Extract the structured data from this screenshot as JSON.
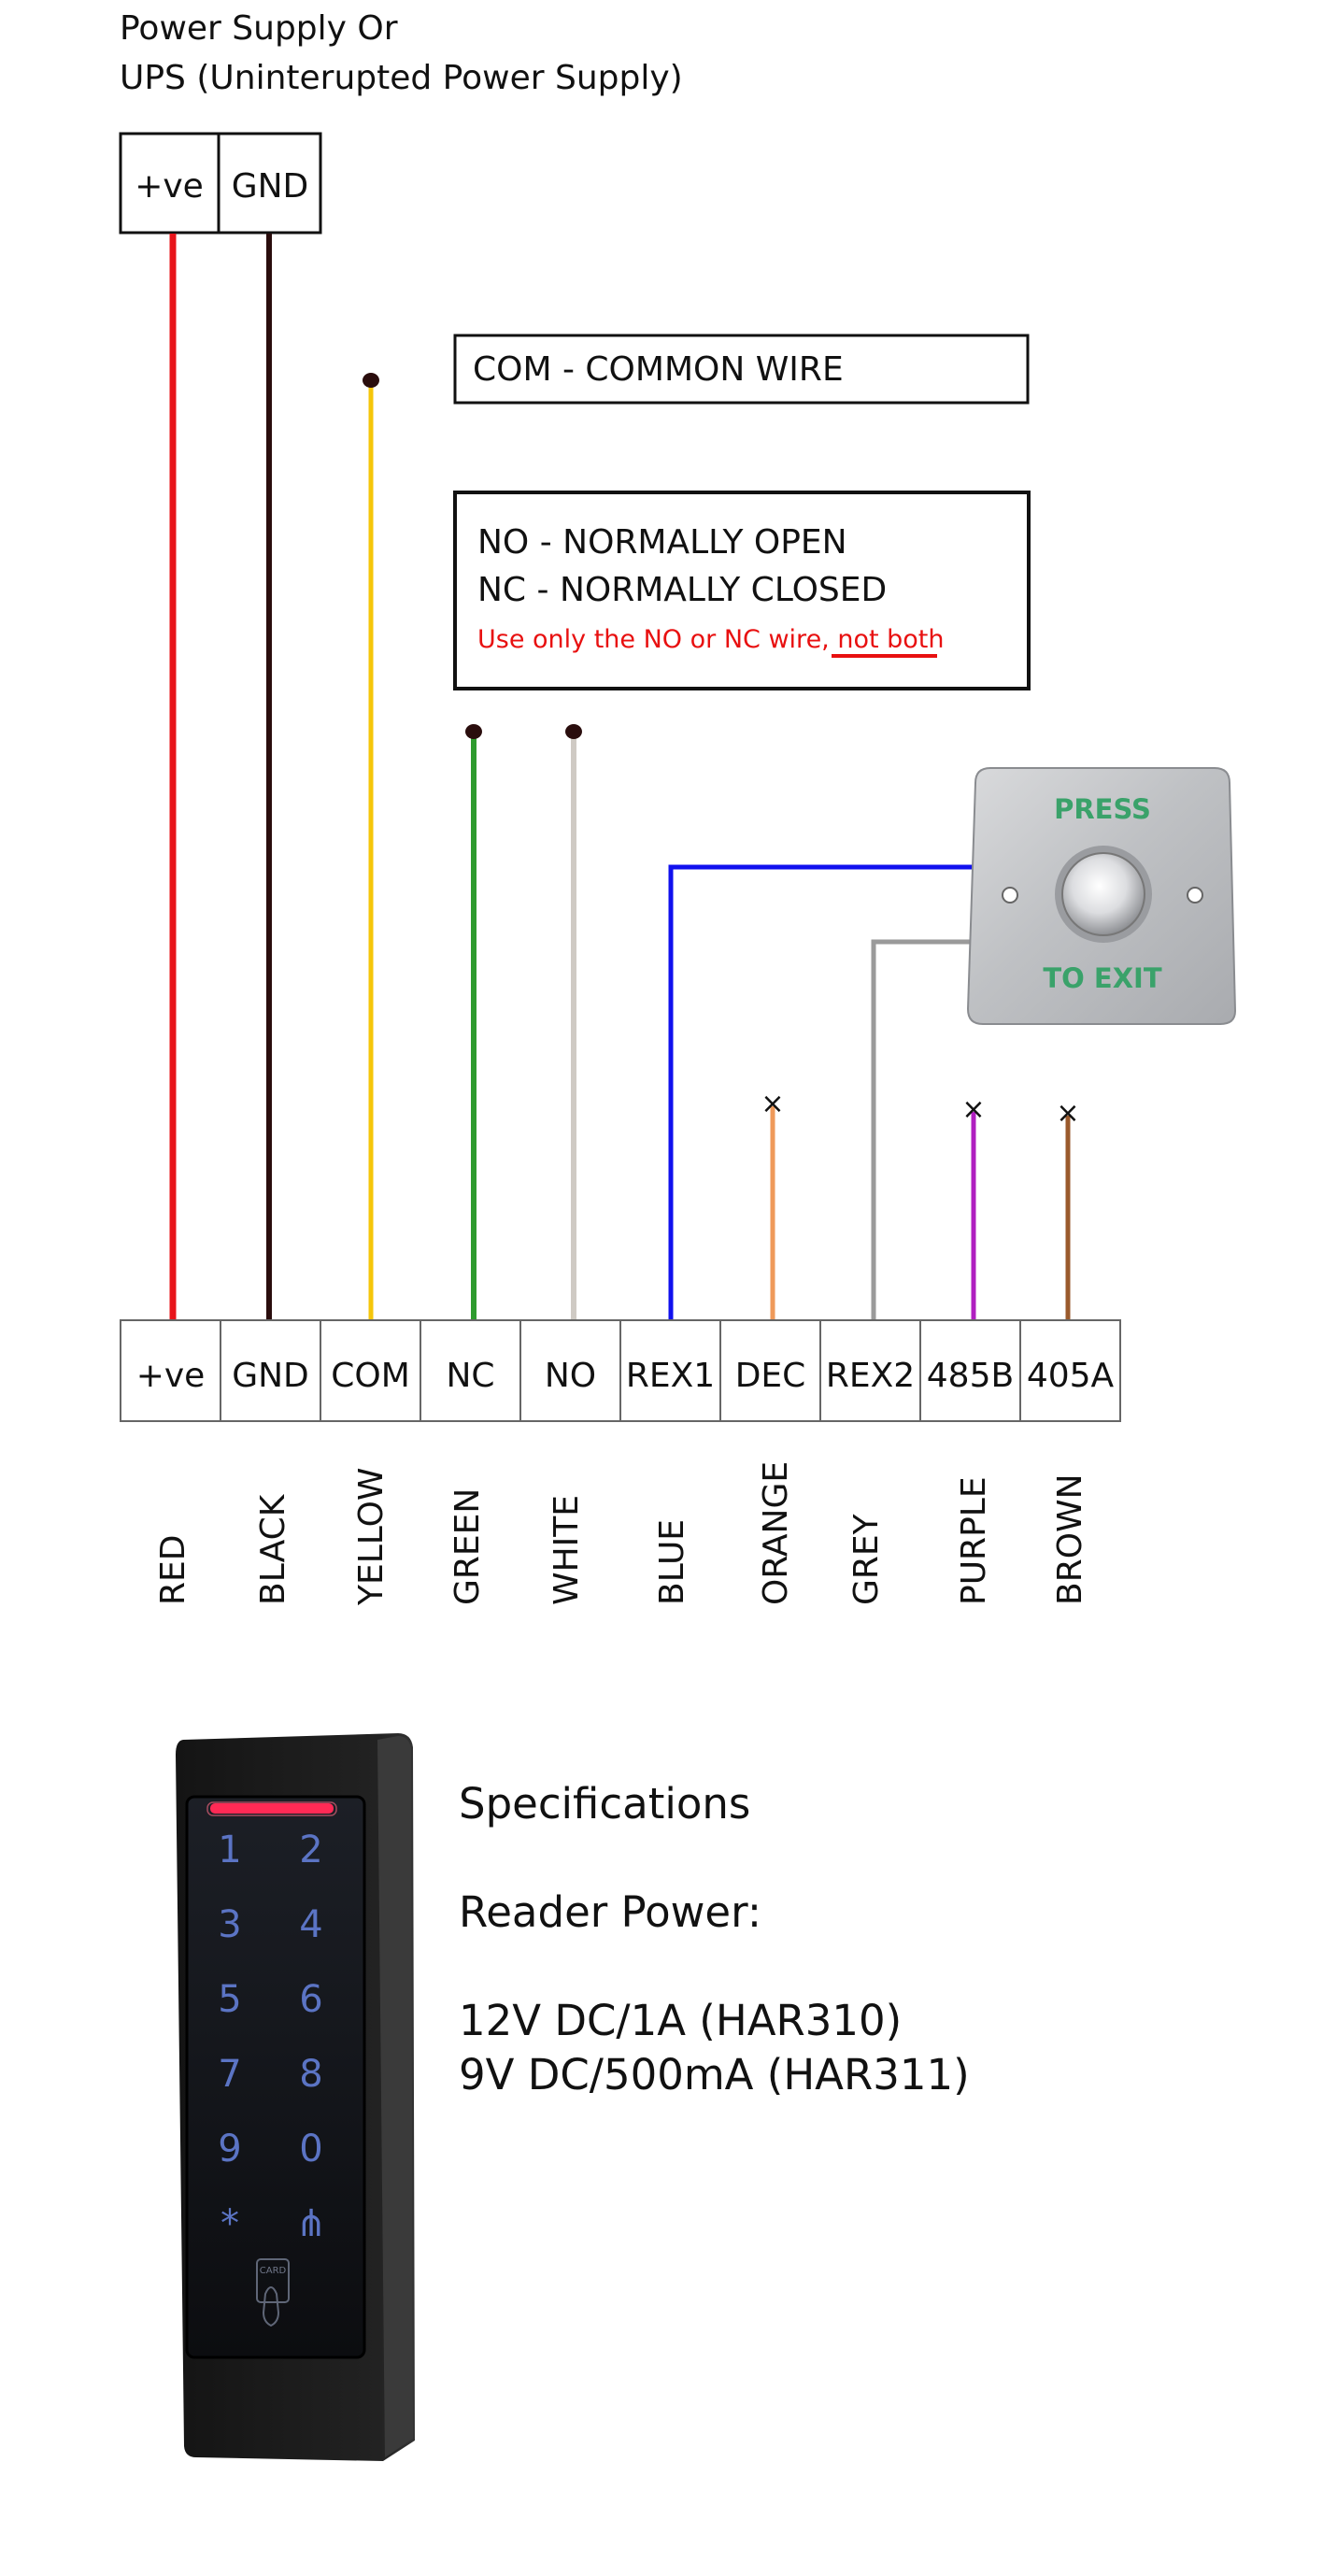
{
  "power_supply": {
    "title_line1": "Power Supply Or",
    "title_line2": "UPS (Uninterupted Power Supply)",
    "terminals": [
      "+ve",
      "GND"
    ]
  },
  "com_box": {
    "text": "COM - COMMON WIRE"
  },
  "no_nc_box": {
    "line1": "NO - NORMALLY OPEN",
    "line2": "NC - NORMALLY CLOSED",
    "note_prefix": "Use only the NO or NC wire, ",
    "note_emphasis": "not both"
  },
  "exit_button": {
    "top_label": "PRESS",
    "bottom_label": "TO EXIT"
  },
  "terminals": [
    "+ve",
    "GND",
    "COM",
    "NC",
    "NO",
    "REX1",
    "DEC",
    "REX2",
    "485B",
    "405A"
  ],
  "wire_colors": [
    "RED",
    "BLACK",
    "YELLOW",
    "GREEN",
    "WHITE",
    "BLUE",
    "ORANGE",
    "GREY",
    "PURPLE",
    "BROWN"
  ],
  "wire_hex": {
    "red": "#e8141a",
    "black": "#2a0d0d",
    "yellow": "#f5c60a",
    "green": "#2e9b2e",
    "white": "#cfcac4",
    "blue": "#1010ee",
    "orange": "#ef9a5a",
    "grey": "#9a9a9a",
    "purple": "#b01fc0",
    "brown": "#9a5a2c",
    "note_red": "#e81010",
    "exit_green": "#3aa26a"
  },
  "keypad": {
    "keys": [
      "1",
      "2",
      "3",
      "4",
      "5",
      "6",
      "7",
      "8",
      "9",
      "0",
      "*",
      "⋔"
    ],
    "card_label": "CARD"
  },
  "specs": {
    "heading": "Specifications",
    "power_label": "Reader Power:",
    "line1": "12V DC/1A (HAR310)",
    "line2": "9V DC/500mA (HAR311)"
  }
}
